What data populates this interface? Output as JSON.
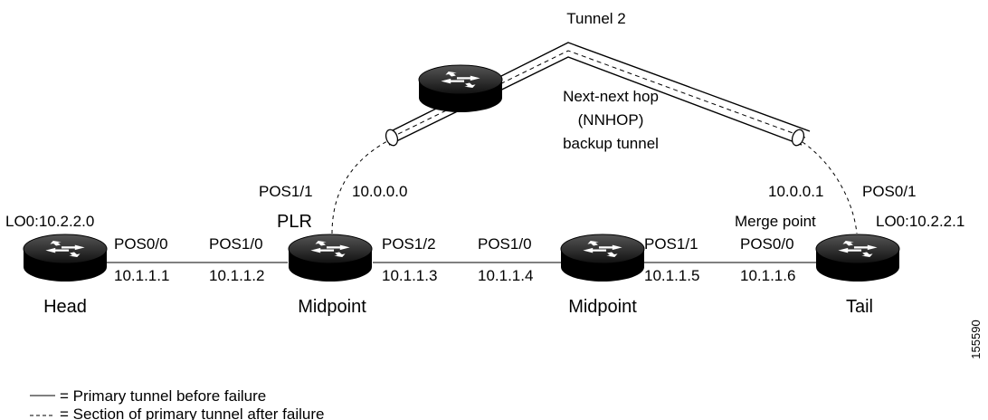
{
  "tunnel_label": "Tunnel 2",
  "backup_tunnel": {
    "line1": "Next-next hop",
    "line2": "(NNHOP)",
    "line3": "backup tunnel"
  },
  "routers": {
    "head": {
      "name": "Head",
      "loopback": "LO0:10.2.2.0"
    },
    "plr": {
      "name": "Midpoint",
      "role": "PLR"
    },
    "midpoint": {
      "name": "Midpoint"
    },
    "tail": {
      "name": "Tail",
      "loopback": "LO0:10.2.2.1",
      "role": "Merge point"
    }
  },
  "interfaces": {
    "head_out": {
      "port": "POS0/0",
      "ip": "10.1.1.1"
    },
    "plr_in": {
      "port": "POS1/0",
      "ip": "10.1.1.2"
    },
    "plr_out": {
      "port": "POS1/2",
      "ip": "10.1.1.3"
    },
    "mid_in": {
      "port": "POS1/0",
      "ip": "10.1.1.4"
    },
    "mid_out": {
      "port": "POS1/1",
      "ip": "10.1.1.5"
    },
    "tail_in": {
      "port": "POS0/0",
      "ip": "10.1.1.6"
    },
    "plr_backup": {
      "port": "POS1/1",
      "ip": "10.0.0.0"
    },
    "tail_backup": {
      "port": "POS0/1",
      "ip": "10.0.0.1"
    }
  },
  "legend": {
    "solid": "= Primary tunnel before failure",
    "dashed": "= Section of primary tunnel after failure"
  },
  "figure_id": "155590"
}
